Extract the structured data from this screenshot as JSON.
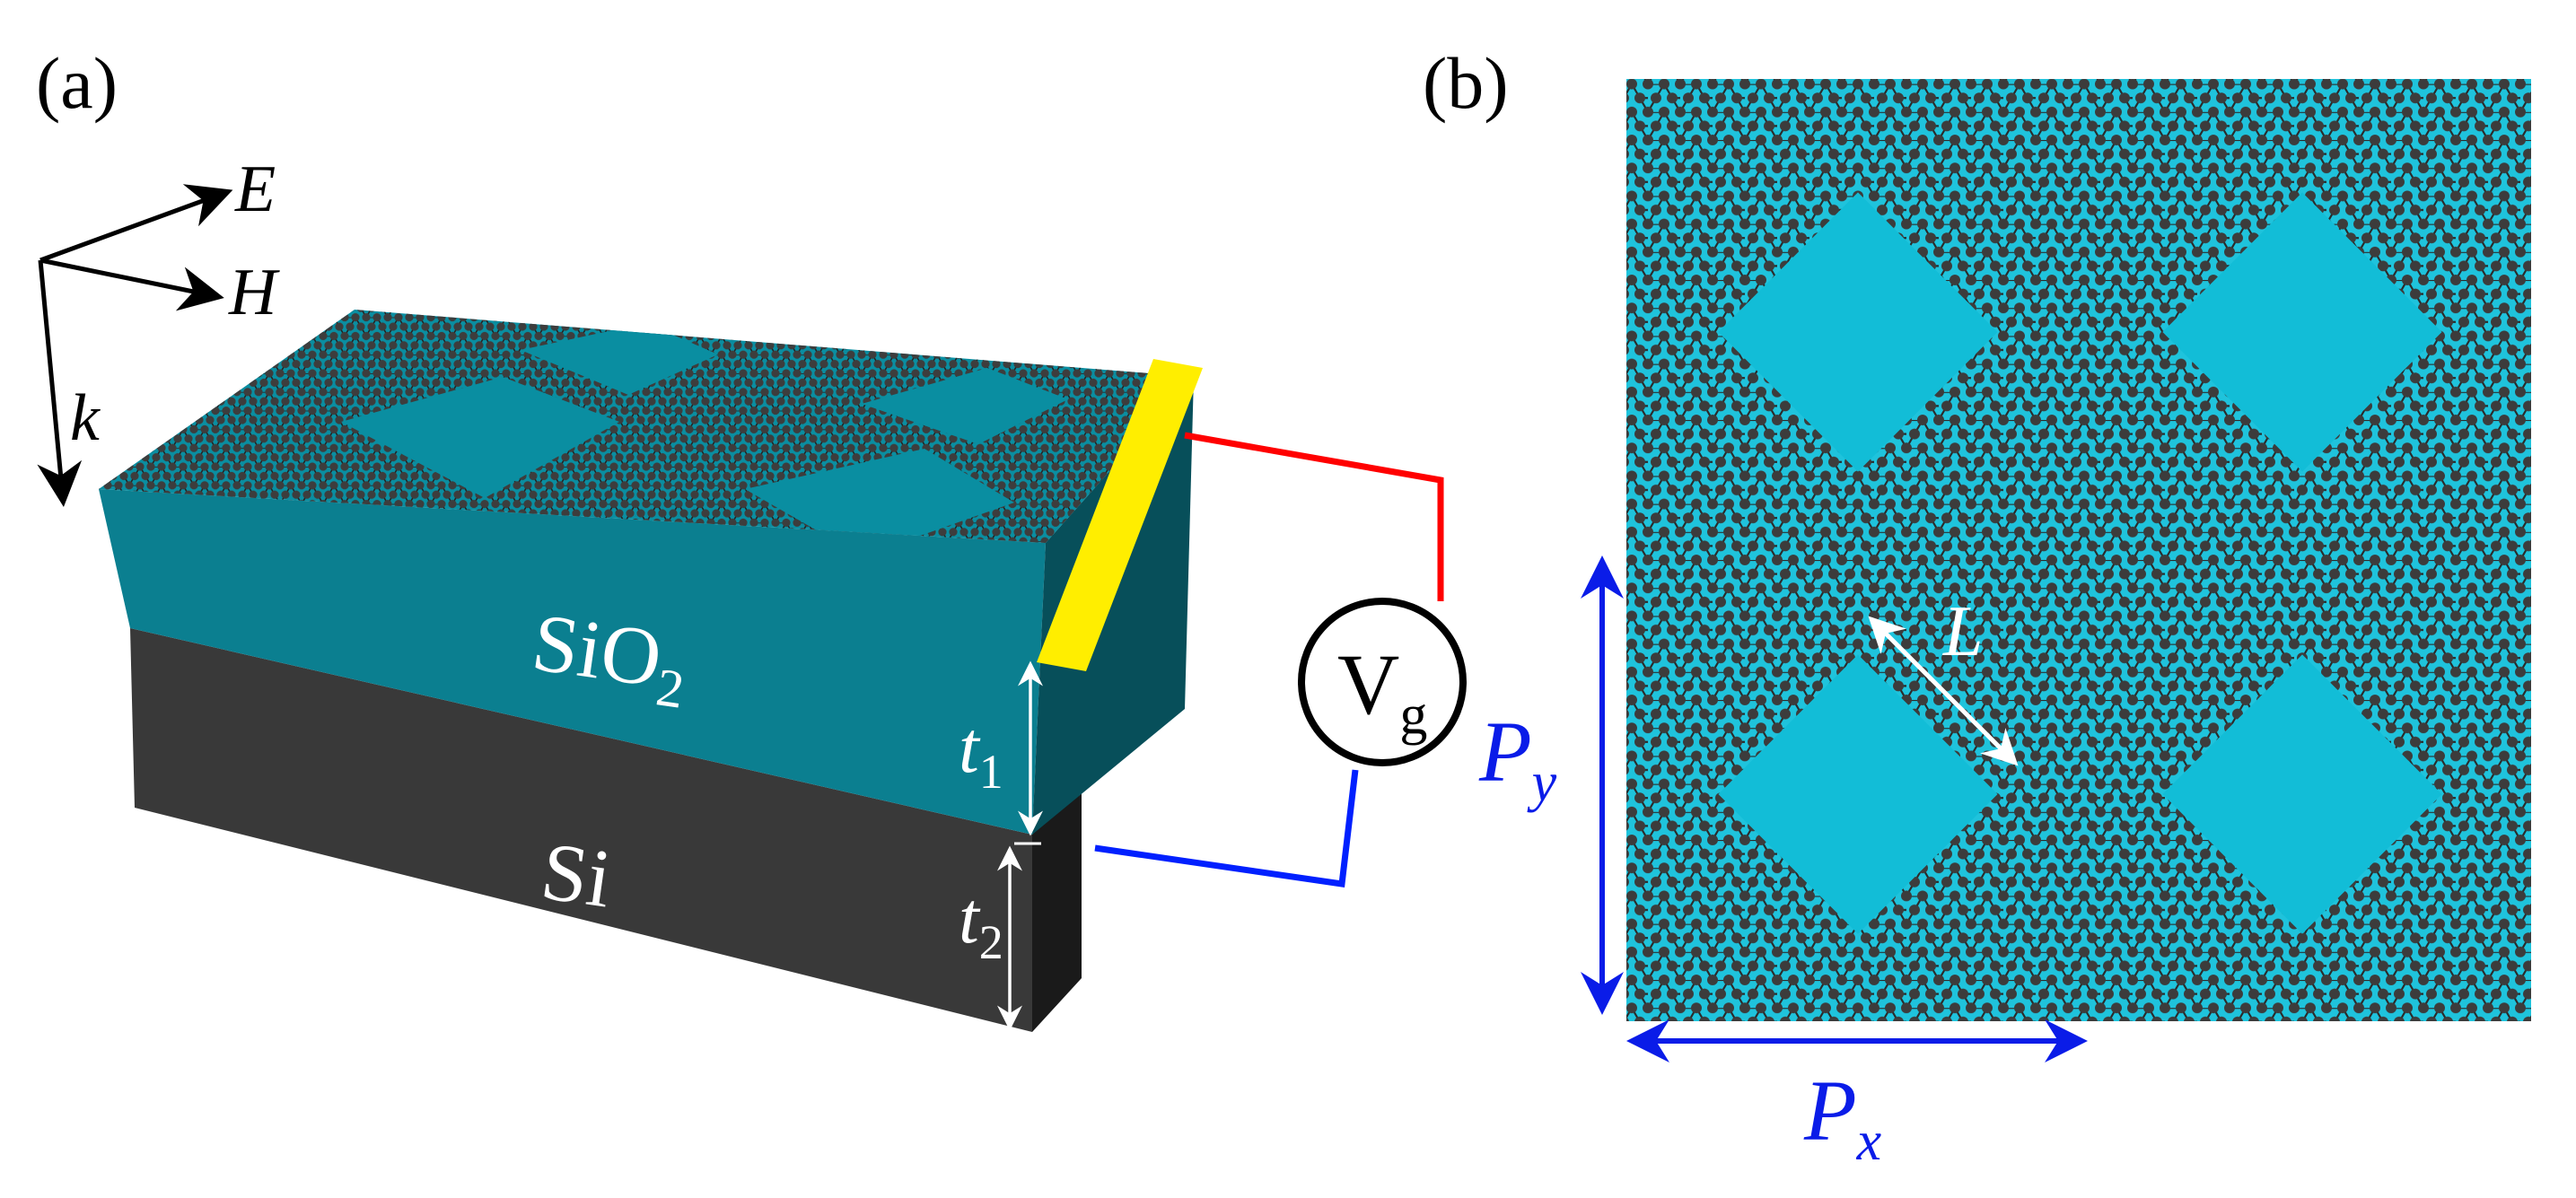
{
  "panel_a": {
    "label": "(a)",
    "axes": {
      "e": "E",
      "h": "H",
      "k": "k"
    },
    "layers": {
      "top": {
        "name": "SiO",
        "sub": "2"
      },
      "bottom": {
        "name": "Si"
      }
    },
    "thickness": [
      {
        "name": "t",
        "sub": "1"
      },
      {
        "name": "t",
        "sub": "2"
      }
    ],
    "voltage": {
      "name": "V",
      "sub": "g"
    },
    "colors": {
      "sio2_top": "#0a8ea1",
      "sio2_front": "#0b7d8e",
      "sio2_side": "#06515c",
      "si_front": "#3a3a3a",
      "si_side": "#1c1c1c",
      "electrode": "#ffee00",
      "wire_top": "#ff0000",
      "wire_bottom": "#0020ff",
      "atom": "#3a3a3a"
    }
  },
  "panel_b": {
    "label": "(b)",
    "period_x": {
      "name": "P",
      "sub": "x"
    },
    "period_y": {
      "name": "P",
      "sub": "y"
    },
    "side_length": "L",
    "colors": {
      "substrate": "#1fc3dc",
      "hole": "#0fbad6",
      "arrow": "#0a1ce8",
      "label": "#0a1ce8",
      "l_arrow": "#ffffff"
    }
  }
}
